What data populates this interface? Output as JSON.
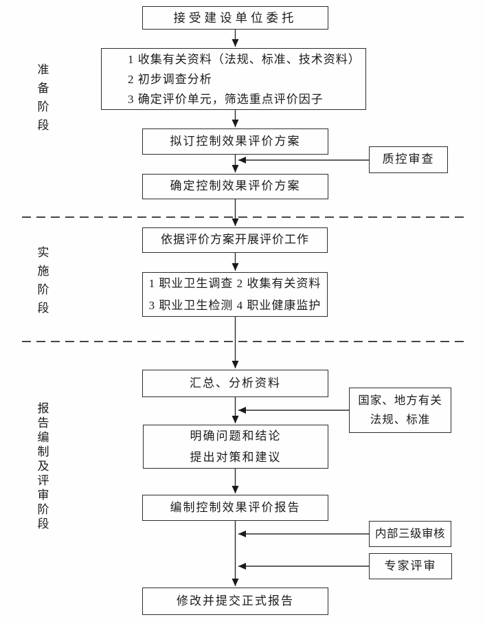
{
  "stages": [
    {
      "label": "准备阶段"
    },
    {
      "label": "实施阶段"
    },
    {
      "label": "报告编制及评审阶段"
    }
  ],
  "flow": {
    "accept": "接受建设单位委托",
    "collect": {
      "lines": [
        "1 收集有关资料（法规、标准、技术资料）",
        "2 初步调查分析",
        "3 确定评价单元，筛选重点评价因子"
      ]
    },
    "draft_plan": "拟订控制效果评价方案",
    "confirm_plan": "确定控制效果评价方案",
    "carry_out": "依据评价方案开展评价工作",
    "implement": {
      "lines": [
        "1 职业卫生调查 2 收集有关资料",
        "3 职业卫生检测 4 职业健康监护"
      ]
    },
    "summarize": "汇总、分析资料",
    "clarify": {
      "lines": [
        "明确问题和结论",
        "提出对策和建议"
      ]
    },
    "compile_report": "编制控制效果评价报告",
    "revise_submit": "修改并提交正式报告"
  },
  "side": {
    "qc_review": "质控审查",
    "laws": {
      "lines": [
        "国家、地方有关",
        "法规、标准"
      ]
    },
    "internal_review": "内部三级审核",
    "expert_review": "专家评审"
  },
  "colors": {
    "line": "#2b2b2b",
    "text": "#1b1b1b",
    "background": "#fefefe"
  }
}
